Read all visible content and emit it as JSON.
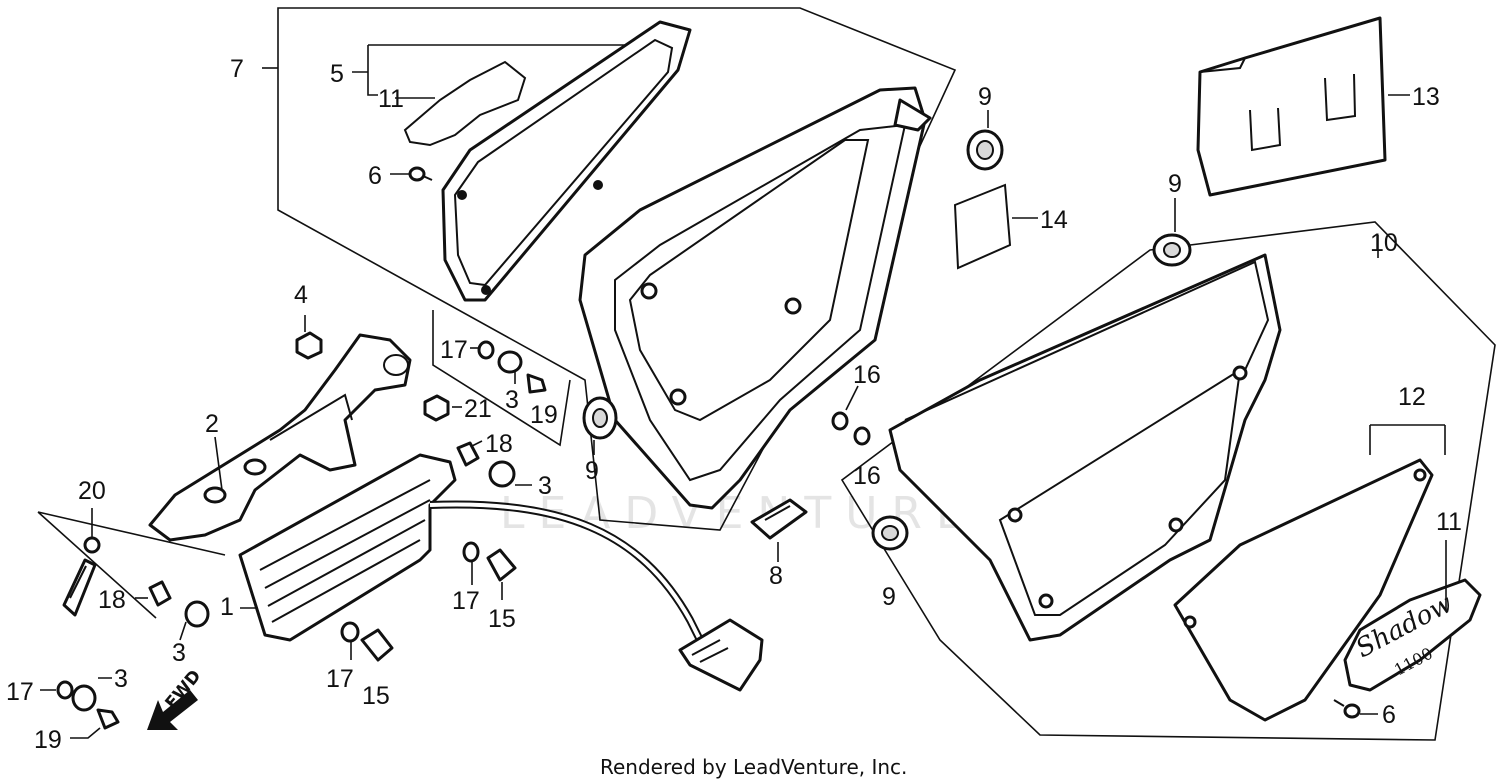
{
  "diagram": {
    "callouts": {
      "c1": "1",
      "c2": "2",
      "c3a": "3",
      "c3b": "3",
      "c3c": "3",
      "c3d": "3",
      "c4": "4",
      "c5": "5",
      "c6a": "6",
      "c6b": "6",
      "c7": "7",
      "c8": "8",
      "c9a": "9",
      "c9b": "9",
      "c9c": "9",
      "c9d": "9",
      "c10": "10",
      "c11a": "11",
      "c11b": "11",
      "c12": "12",
      "c13": "13",
      "c14": "14",
      "c15a": "15",
      "c15b": "15",
      "c16a": "16",
      "c16b": "16",
      "c17a": "17",
      "c17b": "17",
      "c17c": "17",
      "c17d": "17",
      "c18a": "18",
      "c18b": "18",
      "c19a": "19",
      "c19b": "19",
      "c20": "20",
      "c21": "21"
    },
    "fwd_label": "FWD",
    "emblem_text": "Shadow",
    "emblem_sub": "1100"
  },
  "watermark": "LEADVENTURE",
  "footer": "Rendered by LeadVenture, Inc.",
  "icons": {
    "fwd_arrow": "arrow-down-left-icon",
    "watermark_logo": "flame-v-logo-icon"
  }
}
